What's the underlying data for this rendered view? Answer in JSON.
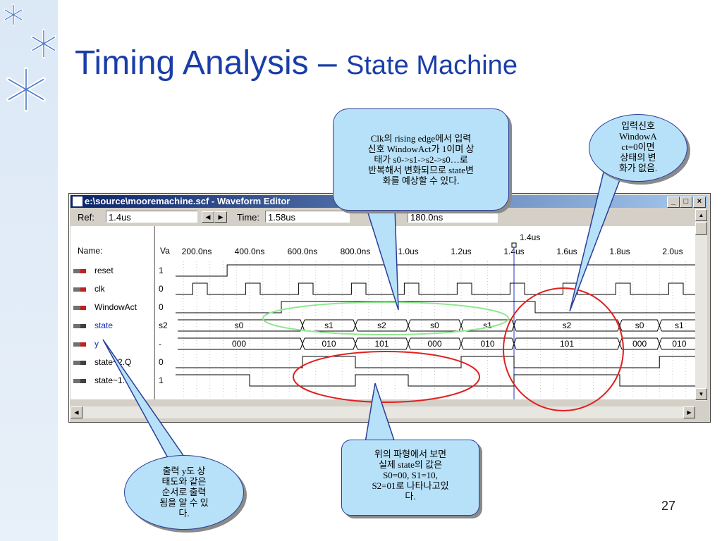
{
  "slide": {
    "title_main": "Timing Analysis – ",
    "title_sub": "State Machine",
    "page_number": "27"
  },
  "window": {
    "title": "e:\\source\\mooremachine.scf - Waveform Editor",
    "btn_minimize": "_",
    "btn_maximize": "□",
    "btn_close": "×",
    "toolbar": {
      "ref_label": "Ref:",
      "ref_value": "1.4us",
      "time_label": "Time:",
      "time_value": "1.58us",
      "interval_value": "180.0ns",
      "arrow_left": "◀",
      "arrow_right": "▶"
    },
    "name_header": "Name:",
    "value_header": "Va",
    "ref_marker": "1.4us",
    "time_ticks": [
      "200.0ns",
      "400.0ns",
      "600.0ns",
      "800.0ns",
      "1.0us",
      "1.2us",
      "1.4us",
      "1.6us",
      "1.8us",
      "2.0us"
    ],
    "signals": [
      {
        "name": "reset",
        "value": "1"
      },
      {
        "name": "clk",
        "value": "0"
      },
      {
        "name": "WindowAct",
        "value": "0"
      },
      {
        "name": "state",
        "value": "s2"
      },
      {
        "name": "y",
        "value": "-"
      },
      {
        "name": "state~2.Q",
        "value": "0"
      },
      {
        "name": "state~1.Q",
        "value": "1"
      }
    ],
    "state_labels": [
      "s0",
      "s1",
      "s2",
      "s0",
      "s1",
      "s2",
      "s0",
      "s1"
    ],
    "y_labels": [
      "000",
      "010",
      "101",
      "000",
      "010",
      "101",
      "000",
      "010"
    ],
    "scroll_up": "▲",
    "scroll_down": "▼",
    "scroll_left": "◀",
    "scroll_right": "▶"
  },
  "callouts": {
    "top_center": [
      "Clk의 rising edge에서 입력",
      "신호 WindowAct가 1이며 상",
      "태가 s0->s1->s2->s0…로",
      "반복해서 변화되므로 state변",
      "화를 예상할 수 있다."
    ],
    "top_right": [
      "입력신호",
      "WindowA",
      "ct=0이면",
      "상태의 변",
      "화가 없음."
    ],
    "bottom_left": [
      "출력 y도 상",
      "태도와 같은",
      "순서로 출력",
      "됨을 알 수 있",
      "다."
    ],
    "bottom_center": [
      "위의 파형에서 보면",
      "실제 state의 값은",
      "S0=00, S1=10,",
      "S2=01로 나타나고있",
      "다."
    ]
  },
  "colors": {
    "title": "#1a3ea8",
    "callout_fill": "#b7e1f8",
    "callout_border": "#2a3e98",
    "highlight_red": "#e02020",
    "highlight_green": "#8fe88f",
    "ref_line": "#2030c0"
  }
}
